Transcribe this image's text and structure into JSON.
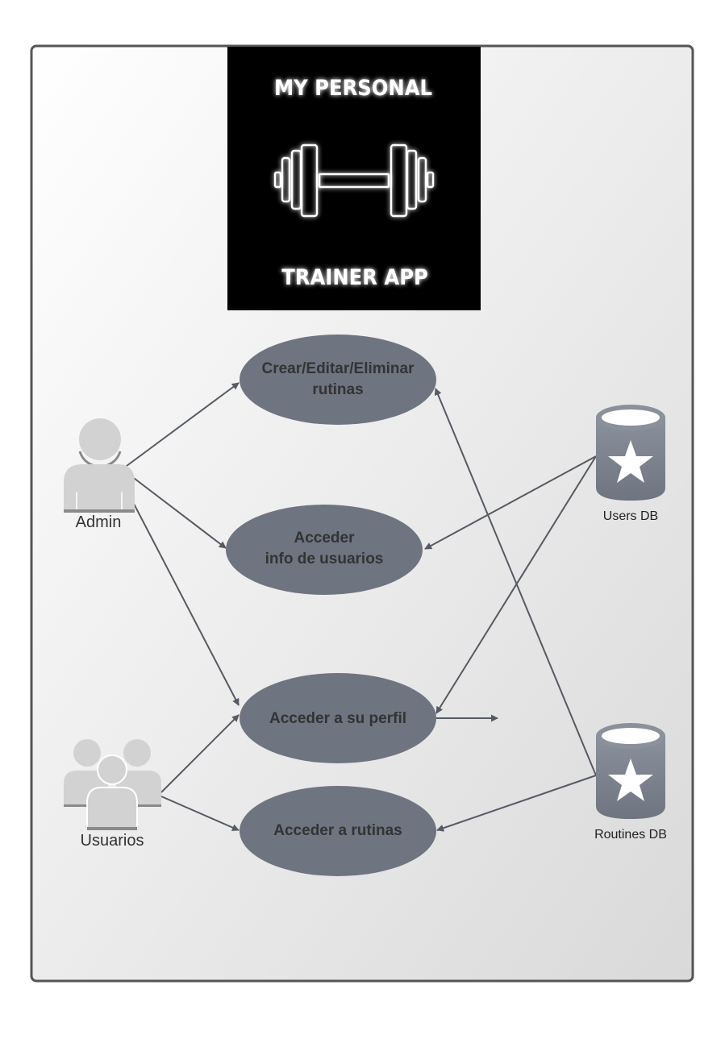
{
  "logo": {
    "line1": "MY PERSONAL",
    "line2": "TRAINER APP",
    "icon": "dumbbell-icon"
  },
  "actors": {
    "admin": {
      "label": "Admin",
      "icon": "person-icon"
    },
    "users": {
      "label": "Usuarios",
      "icon": "people-group-icon"
    }
  },
  "use_cases": {
    "crud_routines": {
      "line1": "Crear/Editar/Eliminar",
      "line2": "rutinas"
    },
    "user_info": {
      "line1": "Acceder",
      "line2": "info de usuarios"
    },
    "profile": {
      "line1": "Acceder a su perfil"
    },
    "routines": {
      "line1": "Acceder a rutinas"
    }
  },
  "databases": {
    "users_db": {
      "label": "Users DB",
      "icon": "database-star-icon"
    },
    "routines_db": {
      "label": "Routines DB",
      "icon": "database-star-icon"
    }
  },
  "colors": {
    "use_case_fill": "#6e7480",
    "db_fill": "#767d8a",
    "actor_fill": "#d2d2d2",
    "arrow": "#555a63"
  }
}
